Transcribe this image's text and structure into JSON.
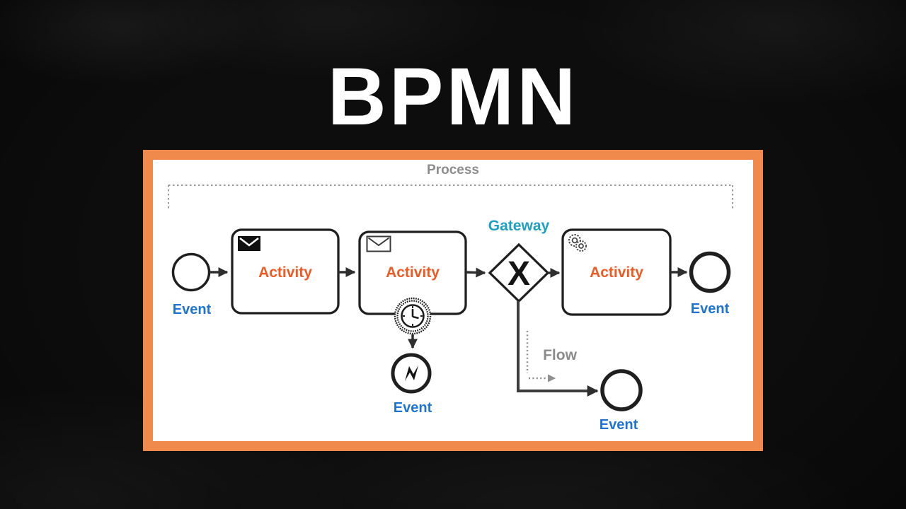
{
  "title": "BPMN",
  "panel": {
    "process_label": "Process",
    "flow_label": "Flow",
    "gateway": {
      "label": "Gateway",
      "marker": "X"
    },
    "activities": [
      {
        "label": "Activity",
        "icon": "filled-envelope"
      },
      {
        "label": "Activity",
        "icon": "outline-envelope"
      },
      {
        "label": "Activity",
        "icon": "service-gears"
      }
    ],
    "events": [
      {
        "label": "Event",
        "type": "start"
      },
      {
        "label": "Event",
        "type": "error-intermediate"
      },
      {
        "label": "Event",
        "type": "end-after-gateway"
      },
      {
        "label": "Event",
        "type": "end"
      }
    ],
    "boundary_icon": "timer-clock",
    "colors": {
      "panel_border": "#f08a4c",
      "activity_text": "#ee5a24",
      "event_text": "#1e74d4",
      "gateway_text": "#20a0c0",
      "muted_text": "#8c8c8c",
      "shape_ink": "#1f1f1f",
      "connector": "#333333",
      "title_text": "#ffffff"
    }
  }
}
